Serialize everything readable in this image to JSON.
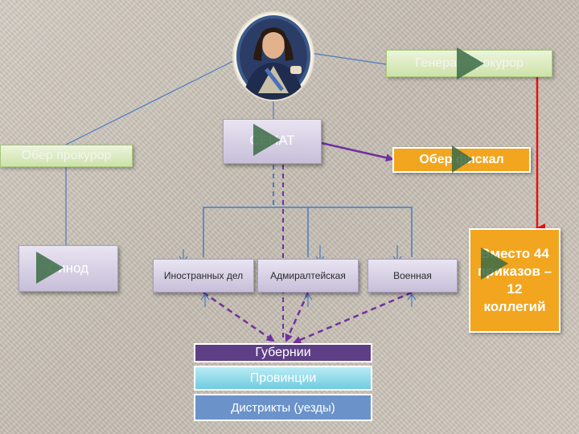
{
  "diagram": {
    "general_prosecutor": "Генерал-прокурор",
    "senate": "СЕНАТ",
    "ober_prosecutor": "Обер прокурор",
    "ober_fiscal": "Обер фискал",
    "synod": "Синод",
    "collegium_foreign": "Иностранных дел",
    "collegium_admiralty": "Адмиралтейская",
    "collegium_military": "Военная",
    "collegia_note": "Вместо 44 приказов – 12 коллегий",
    "gubernii": "Губернии",
    "provinces": "Провинции",
    "districts": "Дистрикты (уезды)"
  },
  "colors": {
    "connector": "#4a7bc2",
    "fiscal_arrow": "#7030a0",
    "prosecutor_arrow": "#e81010",
    "orange": "#f2a51f",
    "dark_purple": "#5e3f86"
  }
}
